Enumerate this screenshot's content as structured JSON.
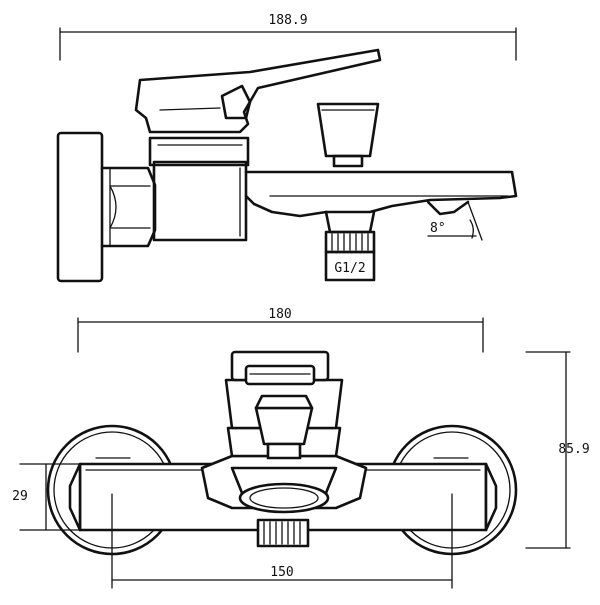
{
  "dimensions": {
    "top_width": "188.9",
    "front_width": "180",
    "height": "85.9",
    "wall_depth": "29",
    "centers": "150"
  },
  "labels": {
    "thread": "G1/2",
    "angle": "8°"
  }
}
